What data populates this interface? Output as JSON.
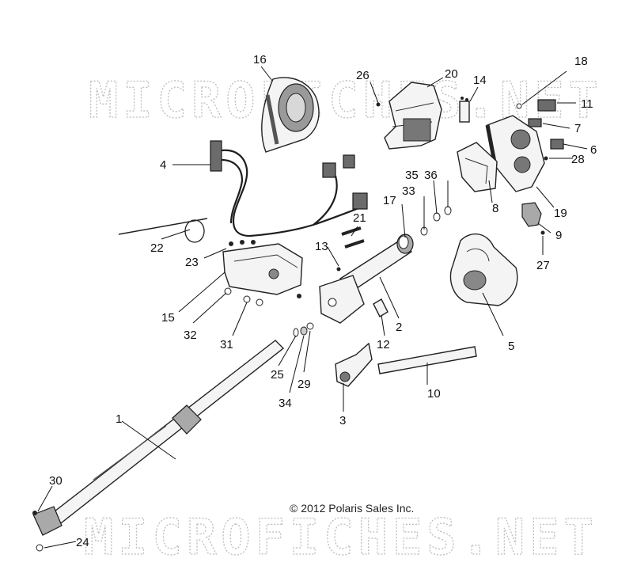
{
  "watermark_text": "MICROFICHES.NET",
  "copyright": "© 2012 Polaris Sales Inc.",
  "callouts": {
    "c1": "1",
    "c2": "2",
    "c3": "3",
    "c4": "4",
    "c5": "5",
    "c6": "6",
    "c7": "7",
    "c8": "8",
    "c9": "9",
    "c10": "10",
    "c11": "11",
    "c12": "12",
    "c13": "13",
    "c14": "14",
    "c15": "15",
    "c16": "16",
    "c17": "17",
    "c18": "18",
    "c19": "19",
    "c20": "20",
    "c21": "21",
    "c22": "22",
    "c23": "23",
    "c24": "24",
    "c25": "25",
    "c26": "26",
    "c27": "27",
    "c28": "28",
    "c29": "29",
    "c30": "30",
    "c31": "31",
    "c32": "32",
    "c33": "33",
    "c34": "34",
    "c35": "35",
    "c36": "36"
  }
}
